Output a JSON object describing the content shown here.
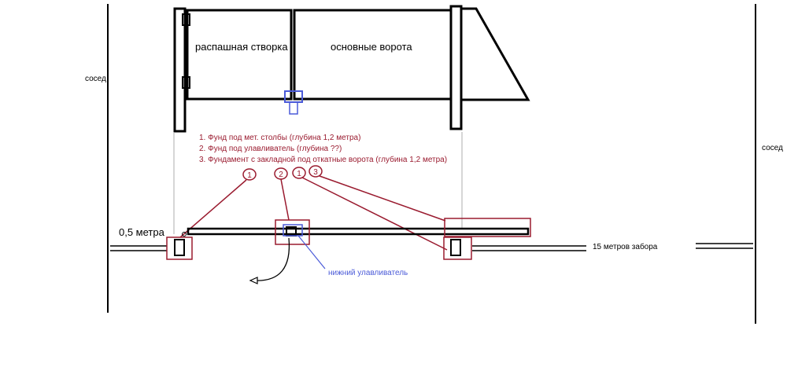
{
  "labels": {
    "neighbor_left": "сосед",
    "neighbor_right": "сосед",
    "swing_leaf": "распашная створка",
    "main_gate": "основные ворота",
    "width_half_meter": "0,5 метра",
    "fence_length": "15 метров забора",
    "bottom_catcher": "нижний улавливатель"
  },
  "notes": [
    "1. Фунд под мет. столбы (глубина 1,2 метра)",
    "2. Фунд под улавливатель (глубина ??)",
    "3. Фундамент с закладной под откатные ворота (глубина 1,2 метра)"
  ],
  "markers": [
    "1",
    "2",
    "1",
    "3"
  ],
  "colors": {
    "line": "#000000",
    "annotation": "#9a1b2f",
    "catcher": "#4a5ad8",
    "guide": "#9a9a9a"
  }
}
